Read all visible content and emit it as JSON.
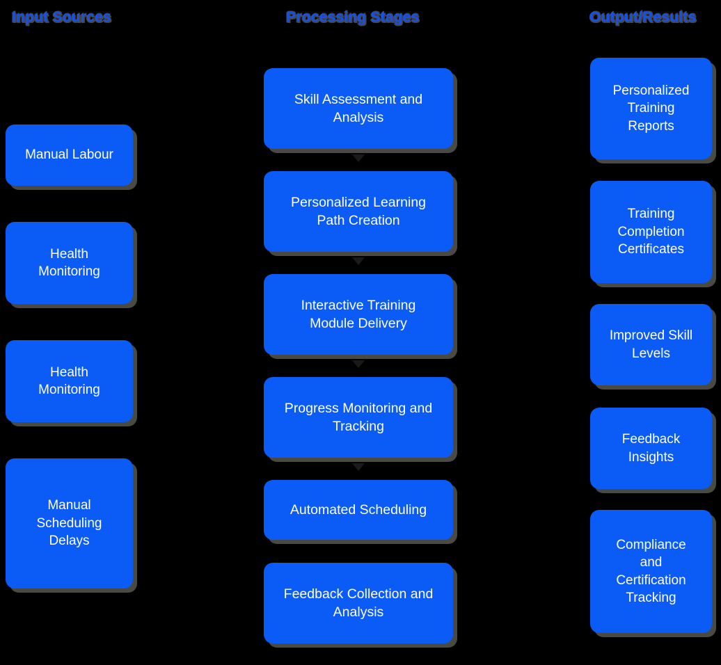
{
  "diagram": {
    "background_color": "#000000",
    "node_color": "#0b5cf7",
    "node_text_color": "#ffffff",
    "shadow_color": "#4a4a42",
    "title_color": "#1250f5",
    "columns": [
      {
        "id": "input-sources",
        "title": "Input Sources",
        "nodes": [
          {
            "label": "Manual Labour"
          },
          {
            "label": "Health\nMonitoring"
          },
          {
            "label": "Health\nMonitoring"
          },
          {
            "label": "Manual\nScheduling\nDelays"
          }
        ]
      },
      {
        "id": "processing-stages",
        "title": "Processing Stages",
        "nodes": [
          {
            "label": "Skill Assessment and\nAnalysis"
          },
          {
            "label": "Personalized Learning\nPath Creation"
          },
          {
            "label": "Interactive Training\nModule Delivery"
          },
          {
            "label": "Progress Monitoring and\nTracking"
          },
          {
            "label": "Automated Scheduling"
          },
          {
            "label": "Feedback Collection and\nAnalysis"
          }
        ]
      },
      {
        "id": "output-results",
        "title": "Output/Results",
        "nodes": [
          {
            "label": "Personalized\nTraining\nReports"
          },
          {
            "label": "Training\nCompletion\nCertificates"
          },
          {
            "label": "Improved Skill\nLevels"
          },
          {
            "label": "Feedback\nInsights"
          },
          {
            "label": "Compliance\nand\nCertification\nTracking"
          }
        ]
      }
    ]
  }
}
